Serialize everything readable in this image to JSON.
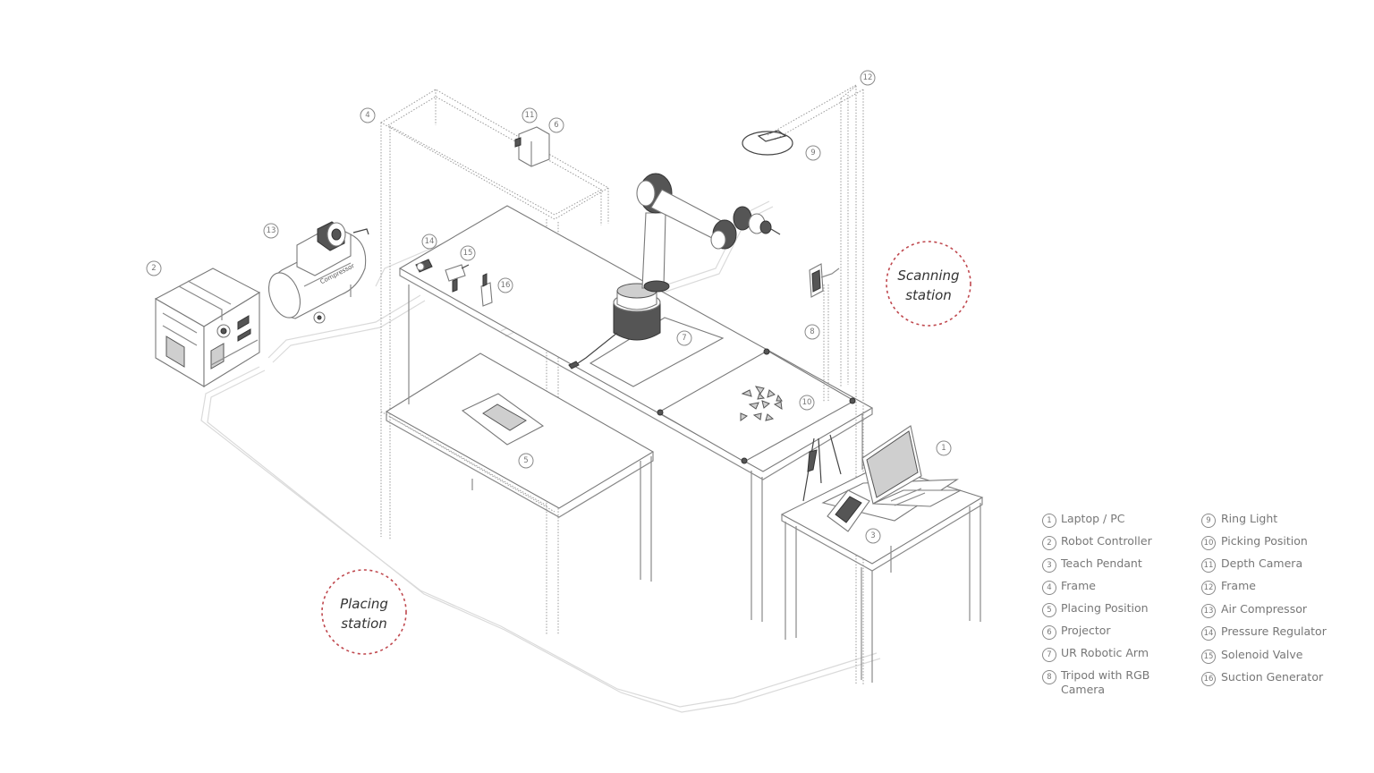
{
  "stations": [
    {
      "id": "scanning",
      "lines": [
        "Scanning",
        "station"
      ]
    },
    {
      "id": "placing",
      "lines": [
        "Placing",
        "station"
      ]
    }
  ],
  "callouts": [
    "1",
    "2",
    "3",
    "4",
    "5",
    "6",
    "7",
    "8",
    "9",
    "10",
    "11",
    "12",
    "13",
    "14",
    "15",
    "16"
  ],
  "compressor_label": "Compressor",
  "legend": {
    "left": [
      {
        "num": "1",
        "label": "Laptop / PC"
      },
      {
        "num": "2",
        "label": "Robot Controller"
      },
      {
        "num": "3",
        "label": "Teach Pendant"
      },
      {
        "num": "4",
        "label": "Frame"
      },
      {
        "num": "5",
        "label": "Placing Position"
      },
      {
        "num": "6",
        "label": "Projector"
      },
      {
        "num": "7",
        "label": "UR Robotic Arm"
      },
      {
        "num": "8",
        "label": "Tripod with RGB",
        "label2": "Camera"
      }
    ],
    "right": [
      {
        "num": "9",
        "label": "Ring Light"
      },
      {
        "num": "10",
        "label": "Picking Position"
      },
      {
        "num": "11",
        "label": "Depth Camera"
      },
      {
        "num": "12",
        "label": "Frame"
      },
      {
        "num": "13",
        "label": "Air Compressor"
      },
      {
        "num": "14",
        "label": "Pressure Regulator"
      },
      {
        "num": "15",
        "label": "Solenoid Valve"
      },
      {
        "num": "16",
        "label": "Suction Generator"
      }
    ]
  },
  "colors": {
    "station_ring": "#c0494f",
    "line": "#8a8a8a",
    "text": "#777777"
  }
}
